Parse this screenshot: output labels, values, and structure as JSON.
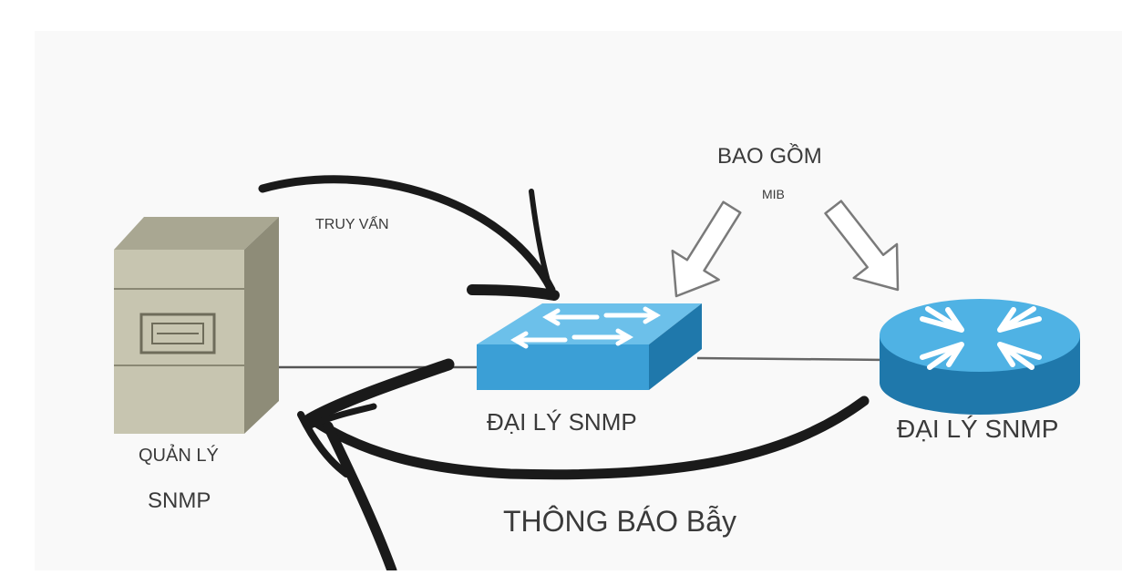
{
  "labels": {
    "includes": "BAO GỒM",
    "mib": "MIB",
    "query": "TRUY VẤN",
    "manager_line1": "QUẢN LÝ",
    "manager_line2": "SNMP",
    "switch_agent": "ĐẠI LÝ SNMP",
    "router_agent": "ĐẠI LÝ SNMP",
    "trap": "THÔNG BÁO Bẫy"
  },
  "colors": {
    "panel": "#f9f9f9",
    "server_front": "#c7c5b0",
    "server_side": "#8e8c78",
    "server_top": "#a9a792",
    "device_blue": "#3b9fd6",
    "device_blue_dark": "#1f78ab",
    "device_top": "#6cc0ea",
    "ink": "#1a1a1a",
    "link_line": "#555555"
  }
}
